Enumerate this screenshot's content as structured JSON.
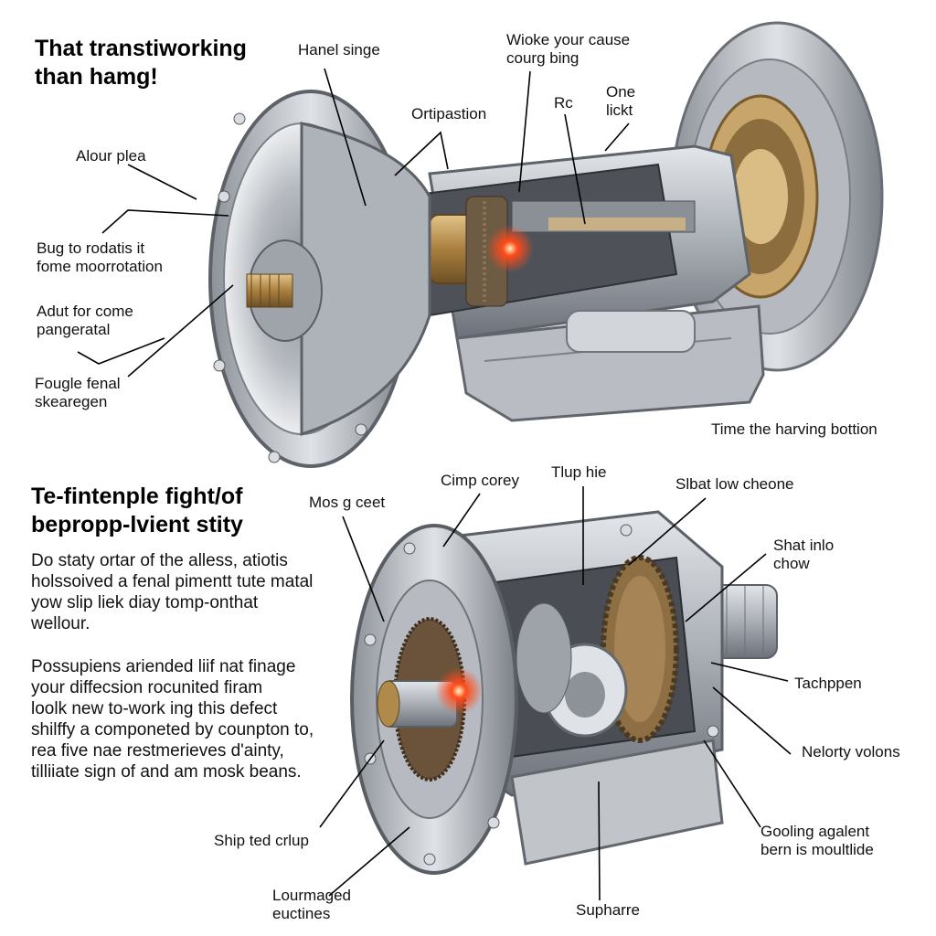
{
  "heading_top": [
    "That transtiworking",
    "than hamg!"
  ],
  "heading_mid": [
    "Te-fintenple fight/of",
    "bepropp-lvient stity"
  ],
  "paragraph_1": [
    "Do staty ortar of the alless, atiotis",
    "holssoived a fenal pimentt tute matal",
    "yow slip liek diay tomp-onthat",
    "wellour."
  ],
  "paragraph_2": [
    "Possupiens ariended liif nat finage",
    "your diffecsion rocunited firam",
    "loolk new to-work ing this defect",
    "shilffy a componeted by counpton to,",
    "rea five nae restmerieves d'ainty,",
    "tilliiate sign of and am mosk beans."
  ],
  "labels_top": {
    "hanel_singe": "Hanel singe",
    "wioke": [
      "Wioke your cause",
      "courg bing"
    ],
    "ortipastion": "Ortipastion",
    "rc": "Rc",
    "one_lickt": [
      "One",
      "lickt"
    ],
    "alour_plea": "Alour plea",
    "bug_to_rodatis": [
      "Bug to rodatis it",
      "fome moorrotation"
    ],
    "adut_for_come": [
      "Adut for come",
      "pangeratal"
    ],
    "fougle_fenal": [
      "Fougle fenal",
      "skearegen"
    ],
    "time_harving": "Time the harving bottion"
  },
  "labels_bottom": {
    "mos_g_ceet": "Mos g ceet",
    "cimp_corey": "Cimp corey",
    "tlup_hie": "Tlup hie",
    "slbat_low": "Slbat low cheone",
    "shat_inlo": [
      "Shat inlo",
      "chow"
    ],
    "tachppen": "Tachppen",
    "nelorty_volons": "Nelorty volons",
    "gooling_agalent": [
      "Gooling agalent",
      "bern is moultlide"
    ],
    "ship_ted_crlup": "Ship ted crlup",
    "lourmaged": [
      "Lourmaged",
      "euctines"
    ],
    "supharre": "Supharre"
  },
  "colors": {
    "metal_light": "#c9ccd1",
    "metal_mid": "#9ea3aa",
    "metal_dark": "#5f646b",
    "brass": "#b08a4a",
    "glow": "#ff3b1a"
  }
}
